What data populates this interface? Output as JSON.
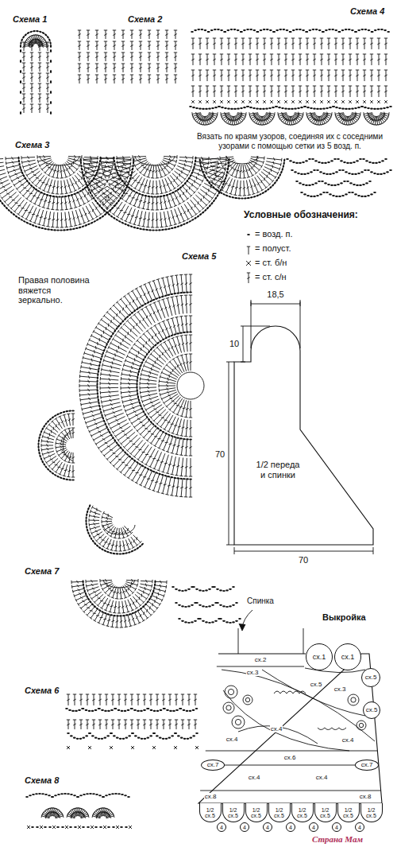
{
  "diagram": {
    "nodes": [
      {
        "text": [
          "сх.1"
        ]
      },
      {
        "text": [
          "сх.1"
        ]
      },
      {
        "text": [
          "сх.5"
        ]
      },
      {
        "text": [
          "сх.5"
        ]
      },
      {
        "text": [
          "сх.7"
        ]
      },
      {
        "text": [
          "сх.7"
        ]
      },
      {
        "text": [
          "1/2 сх.5"
        ]
      },
      {
        "text": [
          "1/2 сх.5"
        ]
      },
      {
        "text": [
          "1/2 сх.5"
        ]
      },
      {
        "text": [
          "1/2 сх.5"
        ]
      },
      {
        "text": [
          "1/2 сх.5"
        ]
      },
      {
        "text": [
          "1/2 сх.5"
        ]
      },
      {
        "text": [
          "1/2 сх.5"
        ]
      },
      {
        "text": [
          "1/2 сх.5"
        ]
      },
      {
        "text": [
          "4"
        ]
      },
      {
        "text": [
          "4"
        ]
      },
      {
        "text": [
          "4"
        ]
      },
      {
        "text": [
          "4"
        ]
      },
      {
        "text": [
          "4"
        ]
      },
      {
        "text": [
          "4"
        ]
      },
      {
        "text": [
          "4"
        ]
      }
    ],
    "labels": [
      "Схема 1",
      "Схема 2",
      "Схема 4",
      "Вязать по краям узоров, соединяя их с соседними узорами с помощью сетки из 5 возд. п.",
      "Схема 3",
      "Условные обозначения:",
      "Схема 5",
      "Правая половина вяжется зеркально.",
      "18,5",
      "10",
      "70",
      "1/2 переда и спинки",
      "70",
      "Схема 7",
      "Спинка",
      "Выкройка",
      "сх.2",
      "сх.3",
      "сх.5",
      "сх.3",
      "сх.4",
      "сх.4",
      "сх.4",
      "сх.6",
      "сх.4",
      "сх.4",
      "сх.8",
      "сх.8",
      "Схема 6",
      "Схема 8",
      "Страна Мам"
    ],
    "legend": [
      {
        "text": "= возд. п."
      },
      {
        "text": "= полуст."
      },
      {
        "text": "= ст. б/н"
      },
      {
        "text": "= ст. с/н"
      }
    ]
  }
}
